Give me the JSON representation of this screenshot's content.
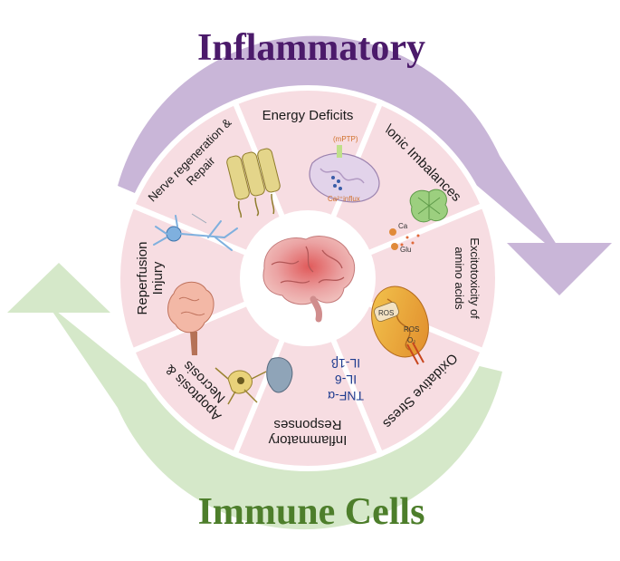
{
  "arrows": {
    "top": {
      "label": "Inflammatory",
      "color": "#c9b6d8",
      "text_color": "#4b1a6a"
    },
    "bottom": {
      "label": "Immune Cells",
      "color": "#d5e8c9",
      "text_color": "#4d7e2b"
    }
  },
  "segments": [
    {
      "name": "energy-deficits",
      "lines": [
        "Energy Deficits"
      ],
      "icon": "mitochondria-columns-icon"
    },
    {
      "name": "ionic-imbalances",
      "lines": [
        "\\onic Imbalances"
      ],
      "icon": "mitochondrion-icon"
    },
    {
      "name": "excitotoxicity",
      "lines": [
        "Excitotoxicity of",
        "amino acids"
      ],
      "icon": "neuron-synapse-icon"
    },
    {
      "name": "oxidative-stress",
      "lines": [
        "Oxidative Stress"
      ],
      "icon": "mitochondrion-ros-icon"
    },
    {
      "name": "inflammatory-responses",
      "lines": [
        "Inflammatory",
        "Responses"
      ],
      "icon": "cytokines-icon"
    },
    {
      "name": "apoptosis-necrosis",
      "lines": [
        "Apoptosis &",
        "Necrosis"
      ],
      "icon": "dying-cells-icon"
    },
    {
      "name": "reperfusion-injury",
      "lines": [
        "Reperfusion",
        "Injury"
      ],
      "icon": "brain-tissue-icon"
    },
    {
      "name": "nerve-regeneration",
      "lines": [
        "Nerve regeneration &",
        "Repair"
      ],
      "icon": "neuron-icon"
    }
  ],
  "annotations": {
    "mptp": "(mPTP)",
    "ca_influx": "Ca²⁺influx",
    "ros_a": "ROS",
    "ros_b": "ROS",
    "ca": "Ca",
    "glu": "Glu",
    "o2": "O₂"
  },
  "cytokines": [
    "TNF-α",
    "IL-6",
    "IL-1β"
  ],
  "colors": {
    "segment_fill": "#f7dde2",
    "segment_stroke": "#ffffff",
    "center_fill": "#ffffff",
    "brain": "#e8a7a7"
  }
}
